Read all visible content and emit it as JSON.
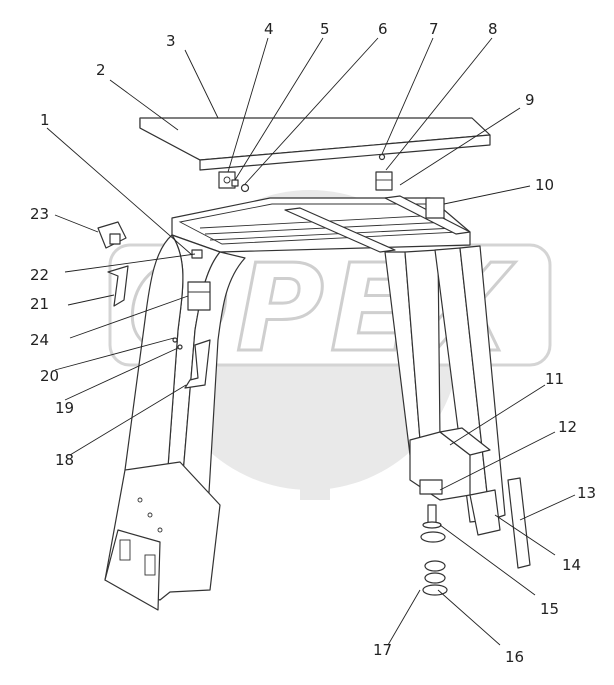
{
  "logo": {
    "text": "OPEX",
    "icon": "gear-watermark-icon"
  },
  "callouts": [
    {
      "id": "c1",
      "label": "1"
    },
    {
      "id": "c2",
      "label": "2"
    },
    {
      "id": "c3",
      "label": "3"
    },
    {
      "id": "c4",
      "label": "4"
    },
    {
      "id": "c5",
      "label": "5"
    },
    {
      "id": "c6",
      "label": "6"
    },
    {
      "id": "c7",
      "label": "7"
    },
    {
      "id": "c8",
      "label": "8"
    },
    {
      "id": "c9",
      "label": "9"
    },
    {
      "id": "c10",
      "label": "10"
    },
    {
      "id": "c11",
      "label": "11"
    },
    {
      "id": "c12",
      "label": "12"
    },
    {
      "id": "c13",
      "label": "13"
    },
    {
      "id": "c14",
      "label": "14"
    },
    {
      "id": "c15",
      "label": "15"
    },
    {
      "id": "c16",
      "label": "16"
    },
    {
      "id": "c17",
      "label": "17"
    },
    {
      "id": "c18",
      "label": "18"
    },
    {
      "id": "c19",
      "label": "19"
    },
    {
      "id": "c20",
      "label": "20"
    },
    {
      "id": "c21",
      "label": "21"
    },
    {
      "id": "c22",
      "label": "22"
    },
    {
      "id": "c23",
      "label": "23"
    },
    {
      "id": "c24",
      "label": "24"
    }
  ]
}
